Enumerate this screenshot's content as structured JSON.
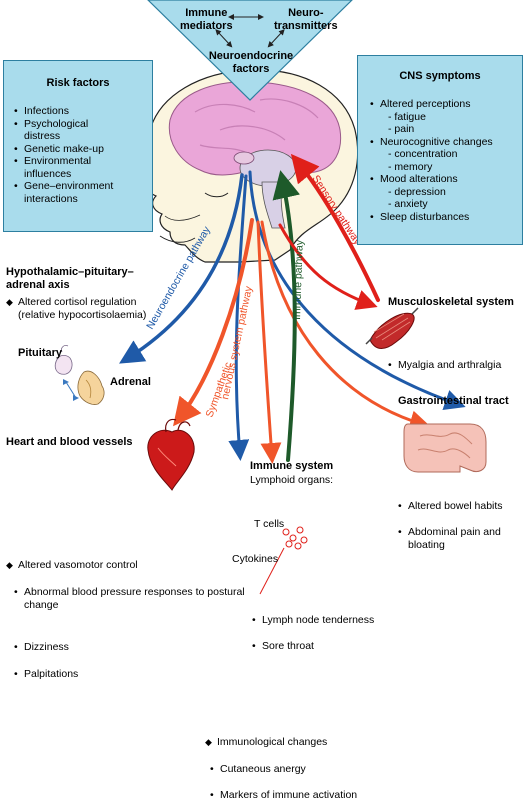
{
  "top_triangle": {
    "immune_mediators": [
      "Immune",
      "mediators"
    ],
    "neuro_transmitters": [
      "Neuro-",
      "transmitters"
    ],
    "neuroendocrine_factors": [
      "Neuroendocrine",
      "factors"
    ]
  },
  "risk_factors": {
    "title": "Risk factors",
    "items": [
      "Infections",
      "Psychological distress",
      "Genetic make-up",
      "Environmental influences",
      "Gene–environment interactions"
    ]
  },
  "cns_symptoms": {
    "title": "CNS symptoms",
    "groups": [
      {
        "label": "Altered perceptions",
        "subs": [
          "- fatigue",
          "- pain"
        ]
      },
      {
        "label": "Neurocognitive changes",
        "subs": [
          "- concentration",
          "- memory"
        ]
      },
      {
        "label": "Mood alterations",
        "subs": [
          "- depression",
          "- anxiety"
        ]
      },
      {
        "label": "Sleep disturbances",
        "subs": []
      }
    ]
  },
  "pathways": {
    "neuroendocrine": "Neuroendocrine pathway",
    "sympathetic": "Sympathetic nervous system pathway",
    "immune": "Immune pathway",
    "sensory": "Sensory pathway"
  },
  "hpa": {
    "title": "Hypothalamic–pituitary–adrenal axis",
    "item": "Altered cortisol regulation",
    "item_sub": "(relative hypocortisolaemia)",
    "pituitary": "Pituitary",
    "adrenal": "Adrenal"
  },
  "musculoskeletal": {
    "title": "Musculoskeletal system",
    "items": [
      "Myalgia and arthralgia"
    ]
  },
  "gastrointestinal": {
    "title": "Gastrointestinal tract",
    "items": [
      "Altered bowel habits",
      "Abdominal pain and bloating"
    ]
  },
  "heart": {
    "title": "Heart and blood vessels",
    "diamond": "Altered vasomotor control",
    "items": [
      "Abnormal blood pressure responses to postural change",
      "Dizziness",
      "Palpitations"
    ]
  },
  "immune_system": {
    "title": "Immune system",
    "subtitle": "Lymphoid organs:",
    "items": [
      "Lymph node tenderness",
      "Sore throat"
    ],
    "t_cells": "T cells",
    "cytokines": "Cytokines",
    "diamond": "Immunological changes",
    "changes": [
      "Cutaneous anergy",
      "Markers of immune activation"
    ]
  },
  "colors": {
    "box_fill": "#a9dcec",
    "box_border": "#2d7fa0",
    "neuroendocrine_arrow": "#1f5aa8",
    "sympathetic_arrow": "#f0552a",
    "immune_arrow": "#1e5a2a",
    "sensory_arrow": "#e0201a",
    "brain": "#eaa6d8"
  }
}
